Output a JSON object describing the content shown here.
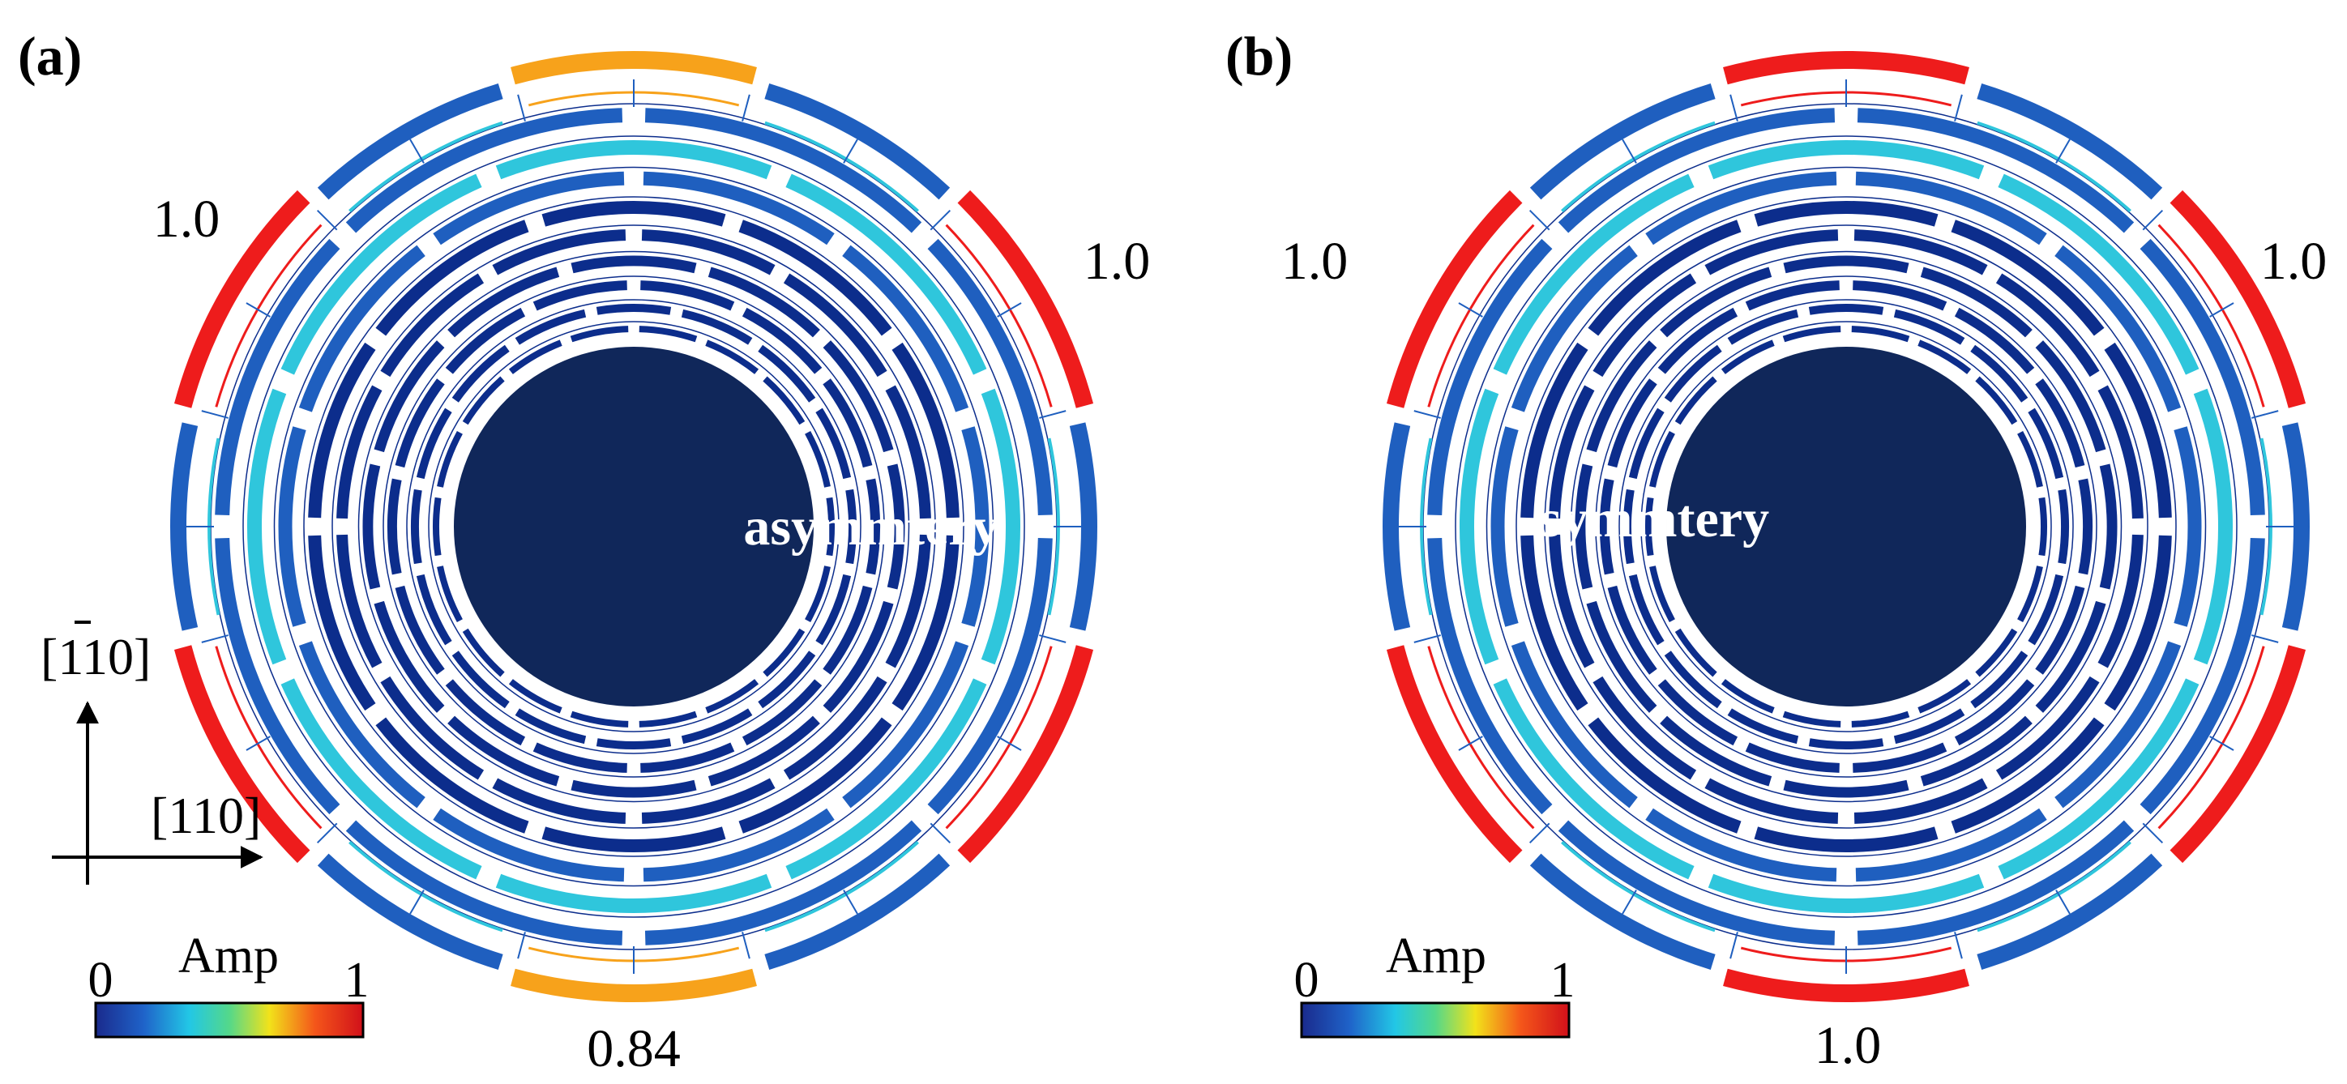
{
  "panel_a": {
    "tag": "(a)",
    "center_label": "asymmtery",
    "arm_labels": {
      "left": "1.0",
      "right": "1.0",
      "bottom": "0.84"
    },
    "arm_amplitudes": {
      "top": 0.84,
      "upper_left": 1.0,
      "upper_right": 1.0,
      "bottom": 0.84,
      "lower_left": 1.0,
      "lower_right": 1.0
    }
  },
  "panel_b": {
    "tag": "(b)",
    "center_label": "symmtery",
    "arm_labels": {
      "left": "1.0",
      "right": "1.0",
      "bottom": "1.0"
    },
    "arm_amplitudes": {
      "top": 1.0,
      "upper_left": 1.0,
      "upper_right": 1.0,
      "bottom": 1.0,
      "lower_left": 1.0,
      "lower_right": 1.0
    }
  },
  "axes": {
    "vertical": "[̅1̅10]",
    "vertical_display": "[110]",
    "horizontal": "[110]"
  },
  "colorbar": {
    "title": "Amp",
    "min": "0",
    "max": "1"
  },
  "colors": {
    "core": "#10275a",
    "ring_dark": "#0c2d8c",
    "ring_blue": "#1f5fbf",
    "ring_cyan": "#2fc6dc",
    "arm_red": "#ee1c1c",
    "arm_orange": "#f7a21b"
  }
}
